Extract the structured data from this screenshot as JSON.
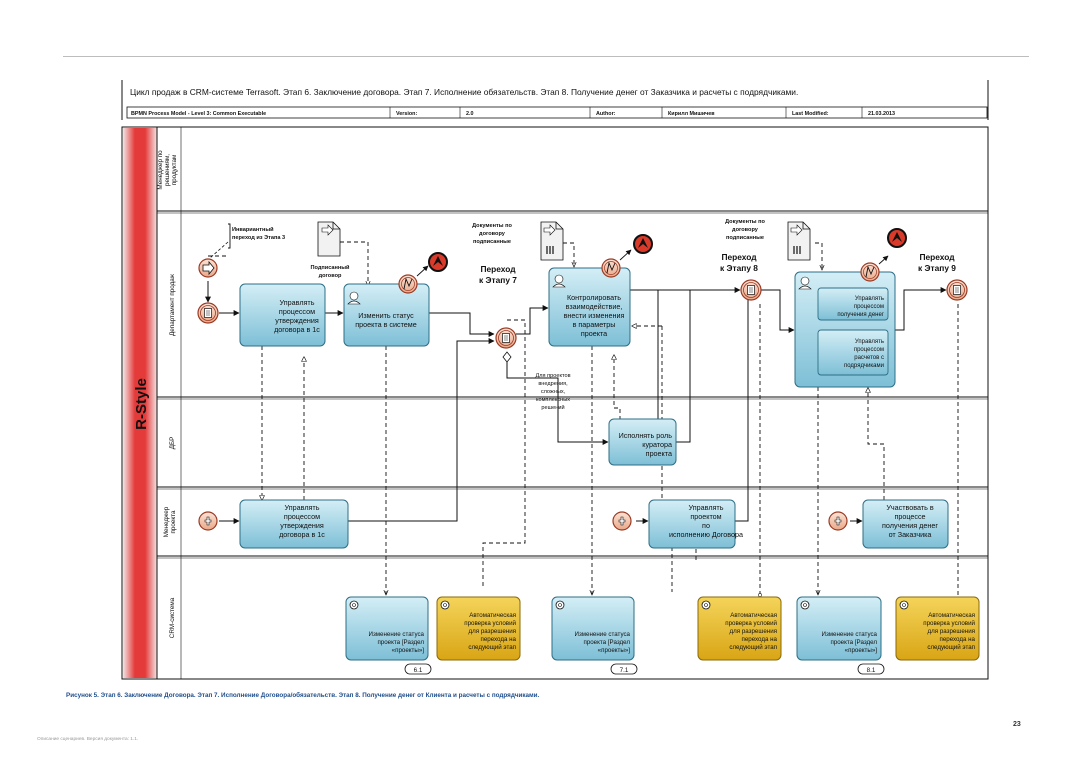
{
  "title": "Цикл продаж в CRM-системе Terrasoft. Этап 6. Заключение договора. Этап 7. Исполнение обязательств. Этап 8. Получение денег от Заказчика и расчеты с подрядчиками.",
  "meta": {
    "model": "BPMN Process Model - Level 3: Common Executable",
    "version_label": "Version:",
    "version": "2.0",
    "author_label": "Author:",
    "author": "Кирилл Мишичев",
    "modified_label": "Last Modified:",
    "modified": "21.03.2013"
  },
  "pool": "R-Style",
  "lanes": [
    "Менеджер по решениям, продуктам",
    "Департамент продаж",
    "ДБР",
    "Менеджер проекта",
    "CRM-система"
  ],
  "annotations": {
    "invariant": "Инвариантный переход из Этапа 3",
    "signed_contract": "Подписанный договор",
    "docs_signed_1": "Документы по договору подписанные",
    "docs_signed_2": "Документы по договору подписанные",
    "complex_projects": "Для проектов внедрения, сложных, комплексных решений"
  },
  "transitions": {
    "t7": "Переход к Этапу 7",
    "t8": "Переход к Этапу 8",
    "t9": "Переход к Этапу 9"
  },
  "tasks": {
    "manage_approval": "Управлять процессом утверждения договора в 1с",
    "change_status": "Изменить статус проекта в системе",
    "control_interaction": "Контролировать взаимодействие, внести изменения в параметры проекта",
    "curator_role": "Исполнять роль куратора проекта",
    "manage_approval_pm": "Управлять процессом утверждения договора в 1с",
    "manage_project_contract": "Управлять проектом по исполнению Договора",
    "participate_payment": "Участвовать в процессе получения денег от Заказчика",
    "sub_receive_money": "Управлять процессом получения денег",
    "sub_contractor_settle": "Управлять процессом расчетов с подрядчиками"
  },
  "crm": {
    "status_change": "Изменение статуса проекта [Раздел «проекты»]",
    "auto_check": "Автоматическая проверка условий для разрешения перехода на следующий этап",
    "ref_61": "6.1",
    "ref_71": "7.1",
    "ref_81": "8.1"
  },
  "caption": "Рисунок 5. Этап 6. Заключение Договора. Этап 7. Исполнение Договора/обязательств. Этап 8. Получение денег от Клиента и расчеты с подрядчиками.",
  "page_number": "23",
  "footer": "Описание сценариев. Версия документа: 1.1.",
  "colors": {
    "pool_band": "#e8242b",
    "task_fill": "#8fc9dc",
    "auto_fill": "#e7b71a",
    "event_fill": "#f6cdb8",
    "event_stroke": "#9b3a24",
    "escalation_fill": "#d93a2a",
    "caption": "#1f4e8c"
  }
}
